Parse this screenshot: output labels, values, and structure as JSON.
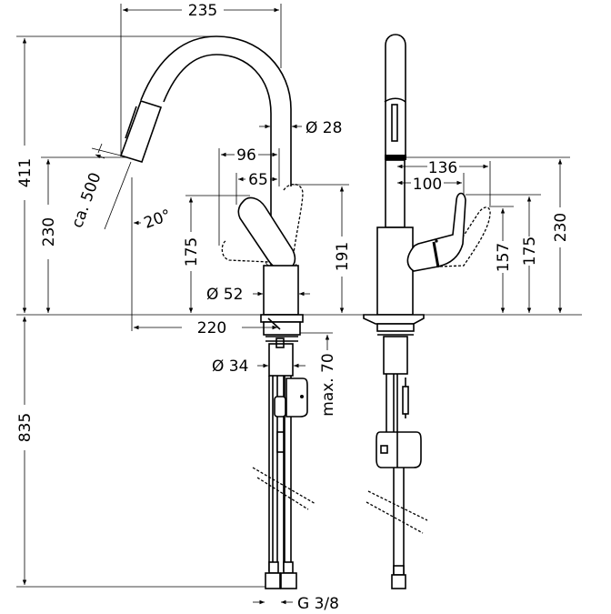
{
  "front_view": {
    "dims": {
      "reach_top": "235",
      "total_height": "411",
      "spout_outlet_height": "230",
      "pullout_length": "ca. 500",
      "swivel_angle": "20°",
      "spout_diameter": "Ø 28",
      "handle_reach_outer": "96",
      "handle_reach_inner": "65",
      "handle_height": "175",
      "handle_top_height": "191",
      "body_diameter": "Ø 52",
      "projection": "220",
      "below_counter_length": "835",
      "shank_diameter": "Ø 34",
      "max_counter_thickness": "max. 70",
      "connection_thread": "G 3/8"
    }
  },
  "side_view": {
    "dims": {
      "handle_swing_outer": "136",
      "handle_swing_inner": "100",
      "handle_low_height": "157",
      "handle_height": "175",
      "outlet_height": "230"
    }
  },
  "colors": {
    "line": "#000000",
    "background": "#ffffff"
  }
}
